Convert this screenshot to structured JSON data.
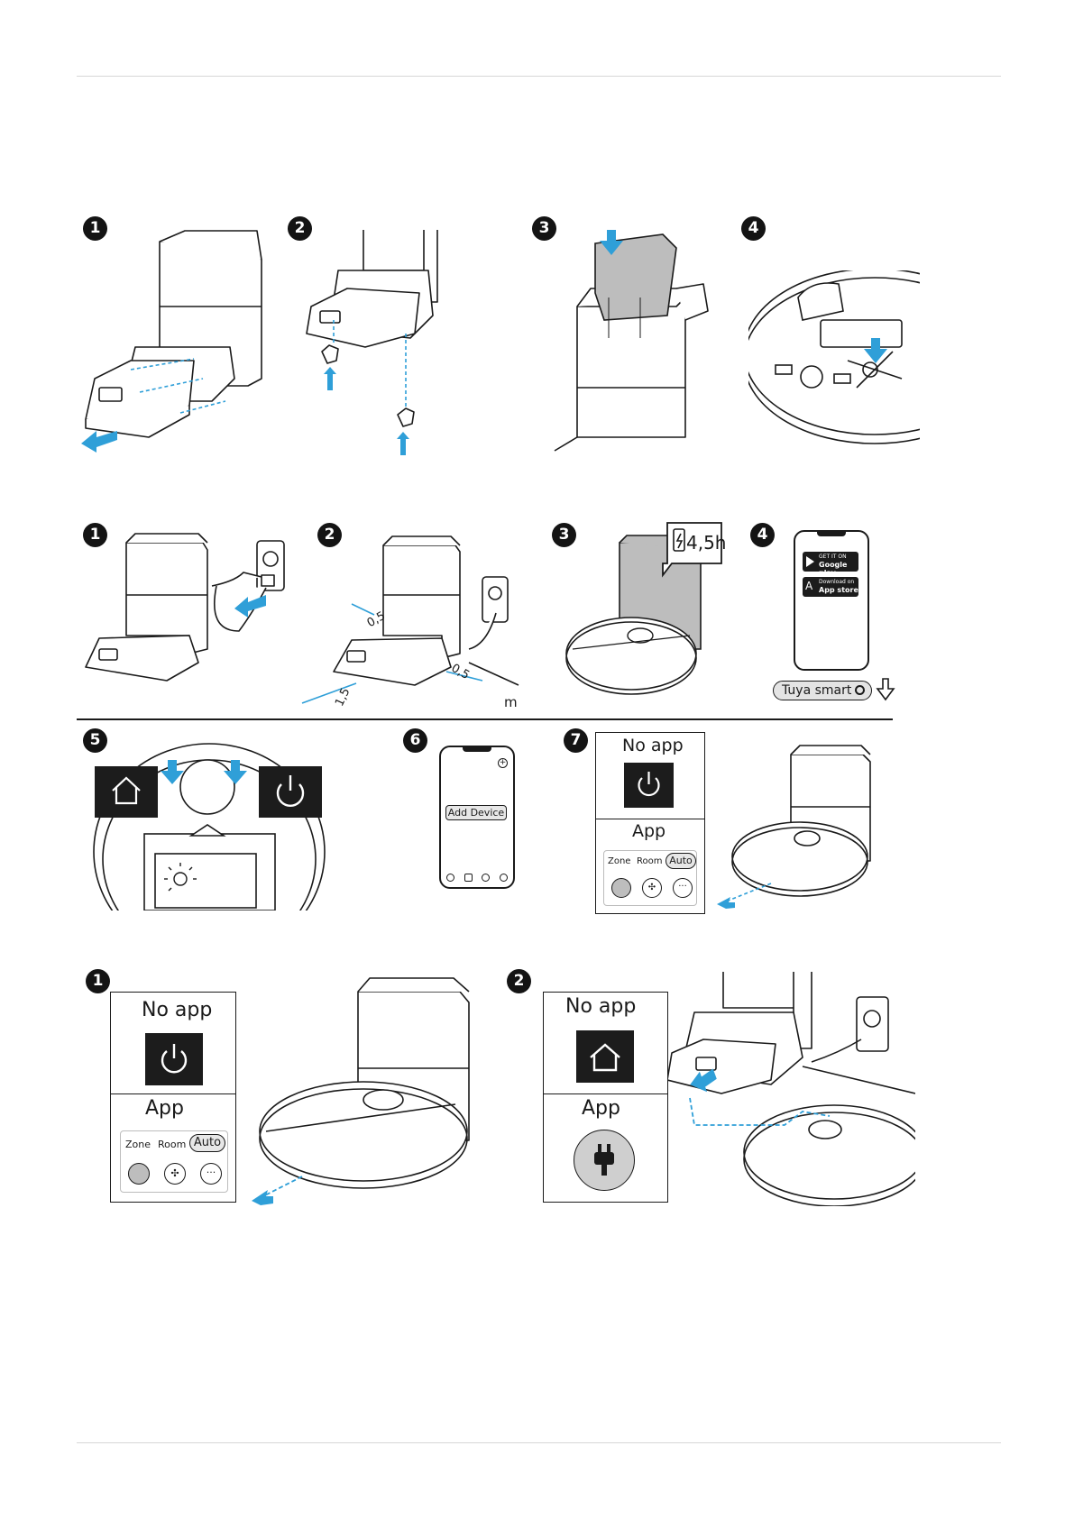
{
  "colors": {
    "accent_blue": "#2f9fd8",
    "badge": "#141414",
    "line": "#1a1a1a",
    "grey_fill": "#bdbdbd"
  },
  "section_a": {
    "steps": [
      {
        "number": "1"
      },
      {
        "number": "2"
      },
      {
        "number": "3"
      },
      {
        "number": "4"
      }
    ]
  },
  "section_b": {
    "steps": [
      {
        "number": "1"
      },
      {
        "number": "2",
        "distances": {
          "left": "0,5",
          "right": "0,5",
          "front": "1,5"
        },
        "unit": "m"
      },
      {
        "number": "3",
        "charge_time": "4,5h"
      },
      {
        "number": "4",
        "store_google_line1": "GET IT ON",
        "store_google_line2": "Google play",
        "store_apple_line1": "Download on",
        "store_apple_line2": "App store",
        "search_text": "Tuya smart"
      },
      {
        "number": "5"
      },
      {
        "number": "6",
        "add_device": "Add Device"
      },
      {
        "number": "7",
        "no_app": "No app",
        "app": "App",
        "modes": [
          "Zone",
          "Room",
          "Auto"
        ]
      }
    ]
  },
  "section_c": {
    "steps": [
      {
        "number": "1",
        "no_app": "No app",
        "app": "App",
        "modes": [
          "Zone",
          "Room",
          "Auto"
        ]
      },
      {
        "number": "2",
        "no_app": "No app",
        "app": "App"
      }
    ]
  }
}
